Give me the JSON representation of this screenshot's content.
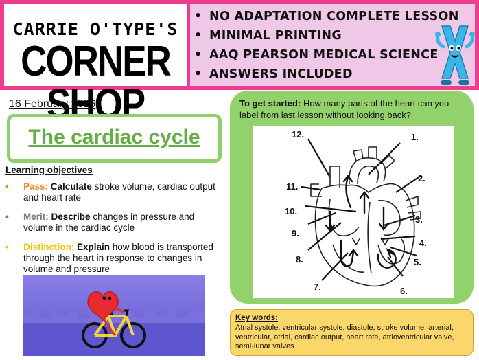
{
  "header": {
    "brand_top": "CARRIE O'TYPE'S",
    "brand_bottom": "CORNER SHOP",
    "features": [
      "NO ADAPTATION COMPLETE LESSON",
      "MINIMAL PRINTING",
      "AAQ PEARSON MEDICAL SCIENCE",
      "ANSWERS INCLUDED"
    ],
    "mascot_letter": "X",
    "colors": {
      "banner": "#ec3d8e",
      "info_bg": "#f0c8e7",
      "mascot": "#38b6e8"
    }
  },
  "lesson": {
    "date": "16 February 2026",
    "title": "The cardiac cycle",
    "objectives_heading": "Learning objectives",
    "objectives": [
      {
        "level": "Pass",
        "verb": "Calculate",
        "text": " stroke volume, cardiac output and heart rate"
      },
      {
        "level": "Merit",
        "verb": "Describe",
        "text": " changes in pressure and volume in the cardiac cycle"
      },
      {
        "level": "Distinction",
        "verb": "Explain",
        "text": " how blood is transported through the heart in response to changes in volume and pressure"
      }
    ],
    "colors": {
      "pass": "#ec8c2a",
      "merit": "#7a7a7a",
      "distinction": "#f2c40f",
      "title": "#66ad48",
      "title_border": "#8fd06c"
    }
  },
  "starter": {
    "lead": "To get started:",
    "question": " How many parts of the heart can you label from last lesson without looking back?",
    "labels": [
      "1.",
      "2.",
      "3.",
      "4.",
      "5.",
      "6.",
      "7.",
      "8.",
      "9.",
      "10.",
      "11.",
      "12."
    ],
    "color": "#93d16c"
  },
  "keywords": {
    "heading": "Key words:",
    "text": "Atrial systole, ventricular systole, diastole, stroke volume, arterial, ventricular, atrial, cardiac output, heart rate, atrioventricular valve, semi-lunar valves",
    "color": "#fbd66a"
  }
}
